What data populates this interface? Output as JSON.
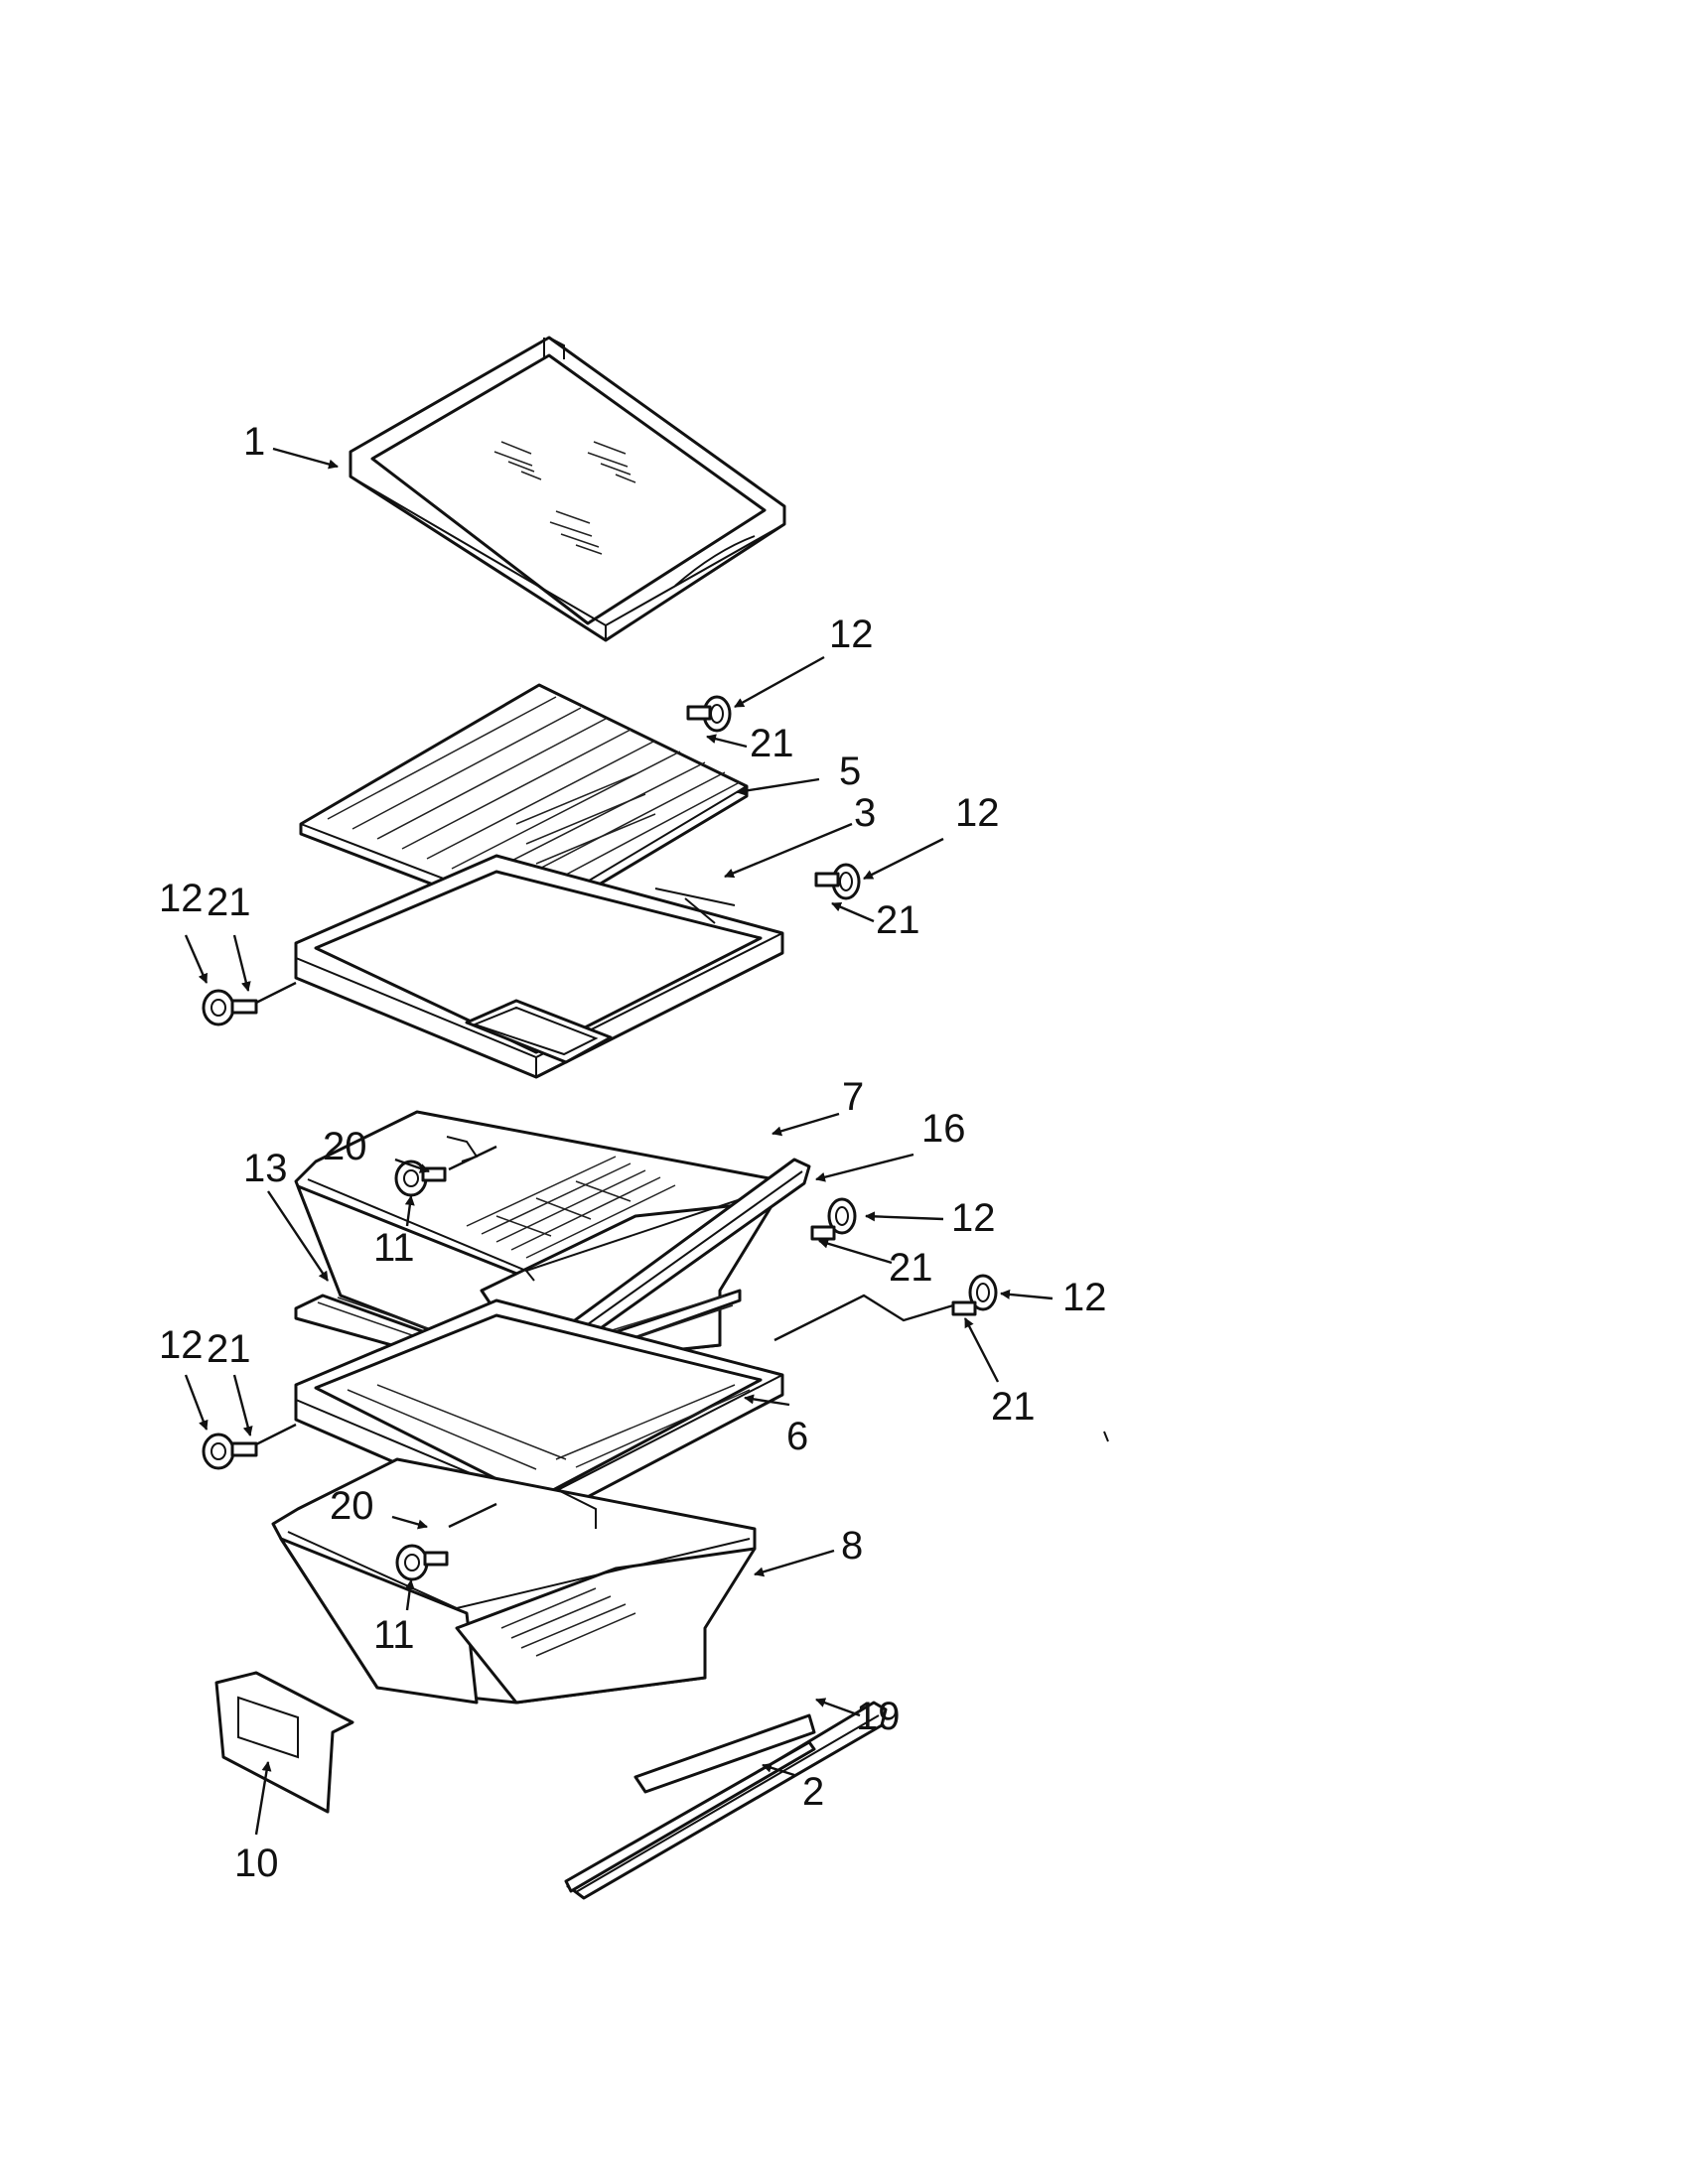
{
  "callouts": {
    "c1": "1",
    "c12a": "12",
    "c21a": "21",
    "c5": "5",
    "c3": "3",
    "c12b": "12",
    "c21b": "21",
    "c12c": "12",
    "c21c": "21",
    "c20a": "20",
    "c7": "7",
    "c16": "16",
    "c11a": "11",
    "c13": "13",
    "c12d": "12",
    "c21d": "21",
    "c12e": "12",
    "c21e": "21",
    "c12f": "12",
    "c21f": "21",
    "c6": "6",
    "c20b": "20",
    "c8": "8",
    "c11b": "11",
    "c19": "19",
    "c2": "2",
    "c10": "10"
  }
}
